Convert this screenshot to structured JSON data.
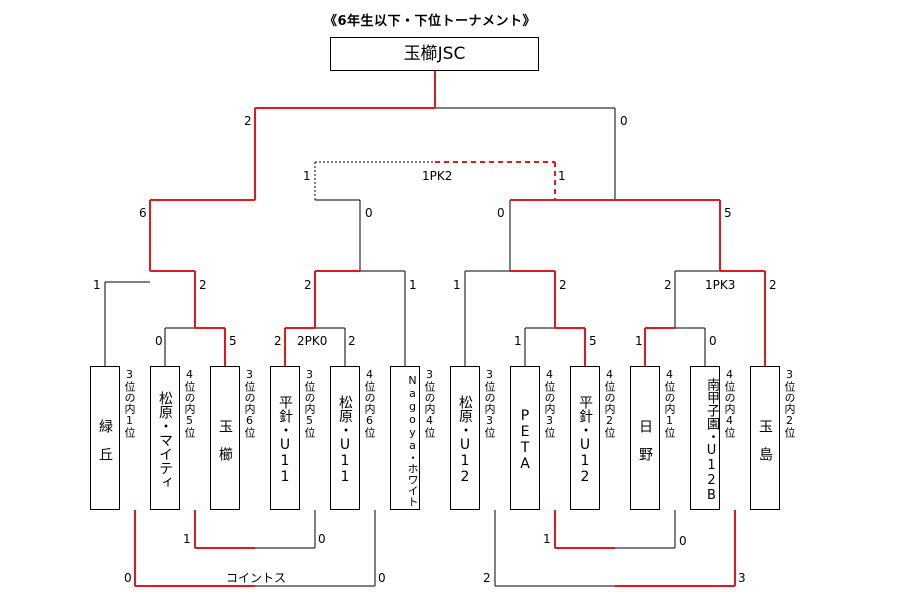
{
  "title": "《6年生以下・下位トーナメント》",
  "champion": "玉櫛JSC",
  "teams": [
    {
      "name": "緑　丘",
      "rank": "3位の内1位"
    },
    {
      "name": "松原・マイティ",
      "rank": "4位の内5位"
    },
    {
      "name": "玉　櫛",
      "rank": "3位の内6位"
    },
    {
      "name": "平針・U11",
      "rank": "3位の内5位"
    },
    {
      "name": "松原・U11",
      "rank": "4位の内6位"
    },
    {
      "name": "Nagoya・ホワイト",
      "rank": "3位の内4位"
    },
    {
      "name": "松原・U12",
      "rank": "3位の内3位"
    },
    {
      "name": "PETA",
      "rank": "4位の内3位"
    },
    {
      "name": "平針・U12",
      "rank": "4位の内2位"
    },
    {
      "name": "日　野",
      "rank": "4位の内1位"
    },
    {
      "name": "南甲子園・U12B",
      "rank": "4位の内4位"
    },
    {
      "name": "玉　島",
      "rank": "3位の内2位"
    }
  ],
  "scores": {
    "r1a_l": "0",
    "r1a_r": "5",
    "r1b_l": "2",
    "r1b_pk": "2PK0",
    "r1b_r": "2",
    "r1c_l": "1",
    "r1c_r": "5",
    "r1d_l": "1",
    "r1d_r": "0",
    "qf1_l": "1",
    "qf1_r": "2",
    "qf2_l": "2",
    "qf2_r": "1",
    "qf3_l": "1",
    "qf3_r": "2",
    "qf4_l": "2",
    "qf4_pk": "1PK3",
    "qf4_r": "2",
    "sf1_l": "6",
    "sf1_r": "0",
    "sf2_l": "0",
    "sf2_r": "5",
    "mid_l": "1",
    "mid_pk": "1PK2",
    "mid_r": "1",
    "final_l": "2",
    "final_r": "0",
    "b1_l": "1",
    "b1_r": "0",
    "b2_l": "1",
    "b2_r": "0",
    "c1_l": "0",
    "c1_r": "0",
    "c1_note": "コイントス",
    "c2_l": "2",
    "c2_r": "3"
  },
  "colors": {
    "win": "#e0191d",
    "line": "#000000"
  }
}
